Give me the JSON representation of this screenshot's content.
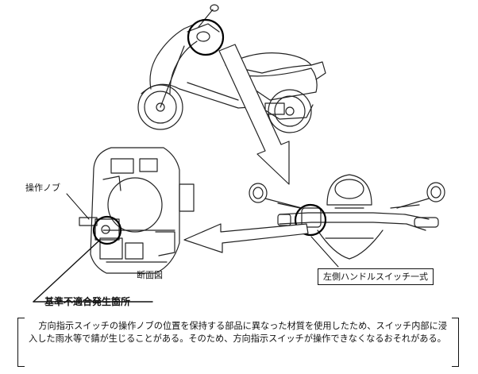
{
  "labels": {
    "knob": "操作ノブ",
    "section_view": "断面図",
    "switch_assembly": "左側ハンドルスイッチ一式",
    "noncompliance_location": "基準不適合発生箇所"
  },
  "note": "方向指示スイッチの操作ノブの位置を保持する部品に異なった材質を使用したため、スイッチ内部に浸入した雨水等で錆が生じることがある。そのため、方向指示スイッチが操作できなくなるおそれがある。"
}
